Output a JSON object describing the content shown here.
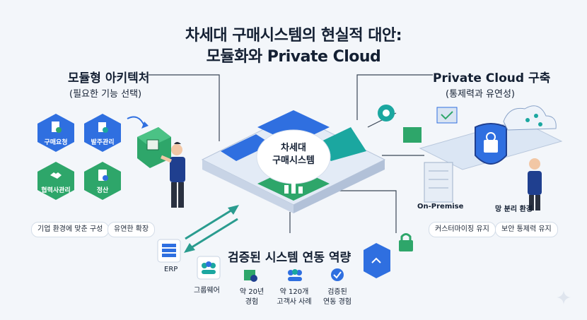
{
  "title": {
    "line1": "차세대 구매시스템의 현실적 대안:",
    "line2": "모듈화와 Private Cloud"
  },
  "modular": {
    "title": "모듈형 아키텍처",
    "subtitle": "(필요한 기능 선택)",
    "hexes": [
      "구매요청",
      "발주관리",
      "협력사관리",
      "정산"
    ],
    "pills": [
      "기업 환경에 맞춘 구성",
      "유연한 확장"
    ]
  },
  "core": {
    "line1": "차세대",
    "line2": "구매시스템"
  },
  "cloud": {
    "title": "Private Cloud 구축",
    "subtitle": "(통제력과 유연성)",
    "on_premise": "On-Premise",
    "network": "망 분리 환경",
    "pills": [
      "커스터마이징 유지",
      "보안 통제력 유지"
    ]
  },
  "integration": {
    "title": "검증된 시스템 연동 역량",
    "systems": [
      "ERP",
      "그룹웨어"
    ],
    "stats": [
      {
        "line1": "약 20년",
        "line2": "경험"
      },
      {
        "line1": "약 120개",
        "line2": "고객사 사례"
      },
      {
        "line1": "검증된",
        "line2": "연동 경험"
      }
    ]
  },
  "colors": {
    "blue": "#2f6fe0",
    "teal": "#1ba7a0",
    "green": "#2ea66a",
    "navy": "#1f3f8f"
  }
}
